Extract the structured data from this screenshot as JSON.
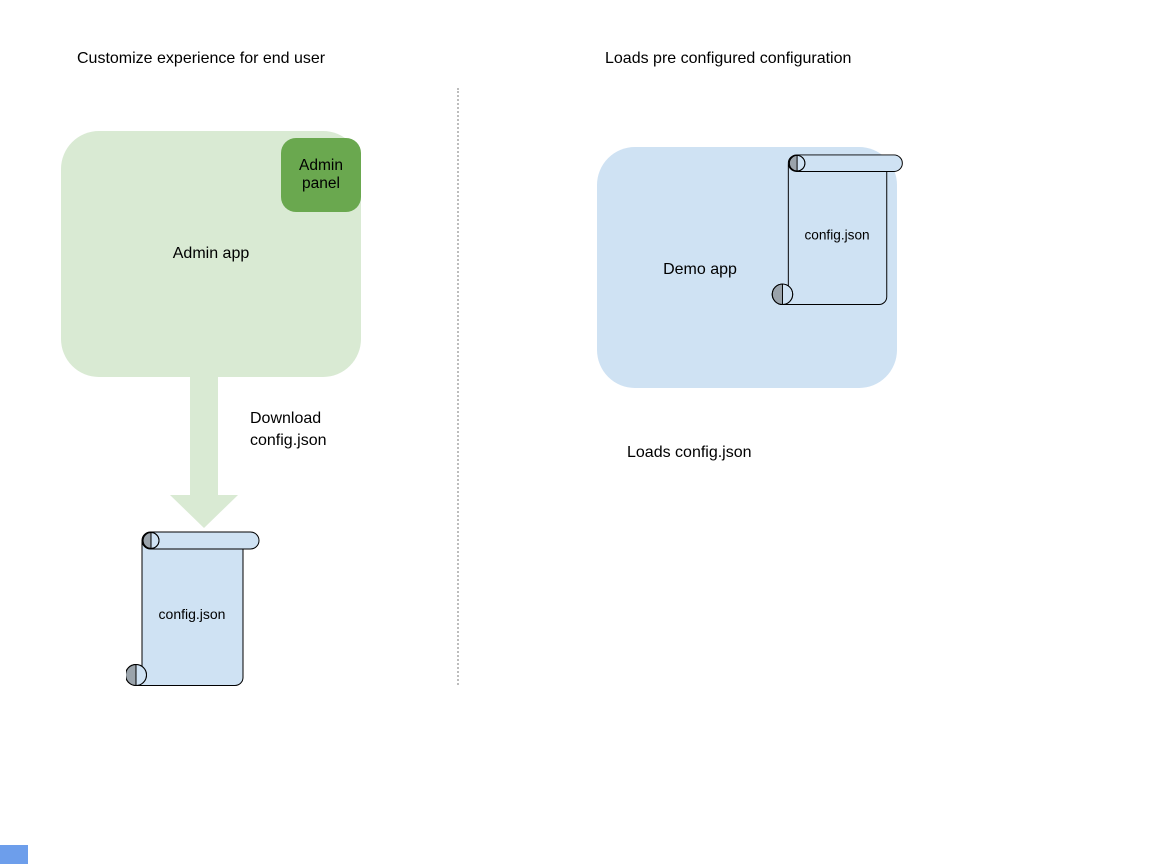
{
  "left": {
    "title": "Customize experience for end user",
    "admin_app_label": "Admin app",
    "admin_panel_label": "Admin panel",
    "download_caption_line1": "Download",
    "download_caption_line2": "config.json",
    "config_file_label": "config.json"
  },
  "right": {
    "title": "Loads pre configured configuration",
    "demo_app_label": "Demo app",
    "config_file_label": "config.json",
    "caption": "Loads config.json"
  },
  "colors": {
    "light_green_fill": "#d9ead3",
    "green_fill": "#6aa84f",
    "light_blue_fill": "#cfe2f3",
    "scroll_outline": "#000000",
    "scroll_curl_gray": "#9aa3ab",
    "divider_gray": "#bdbdbd",
    "corner_square_blue": "#6d9eeb",
    "text": "#000000"
  }
}
